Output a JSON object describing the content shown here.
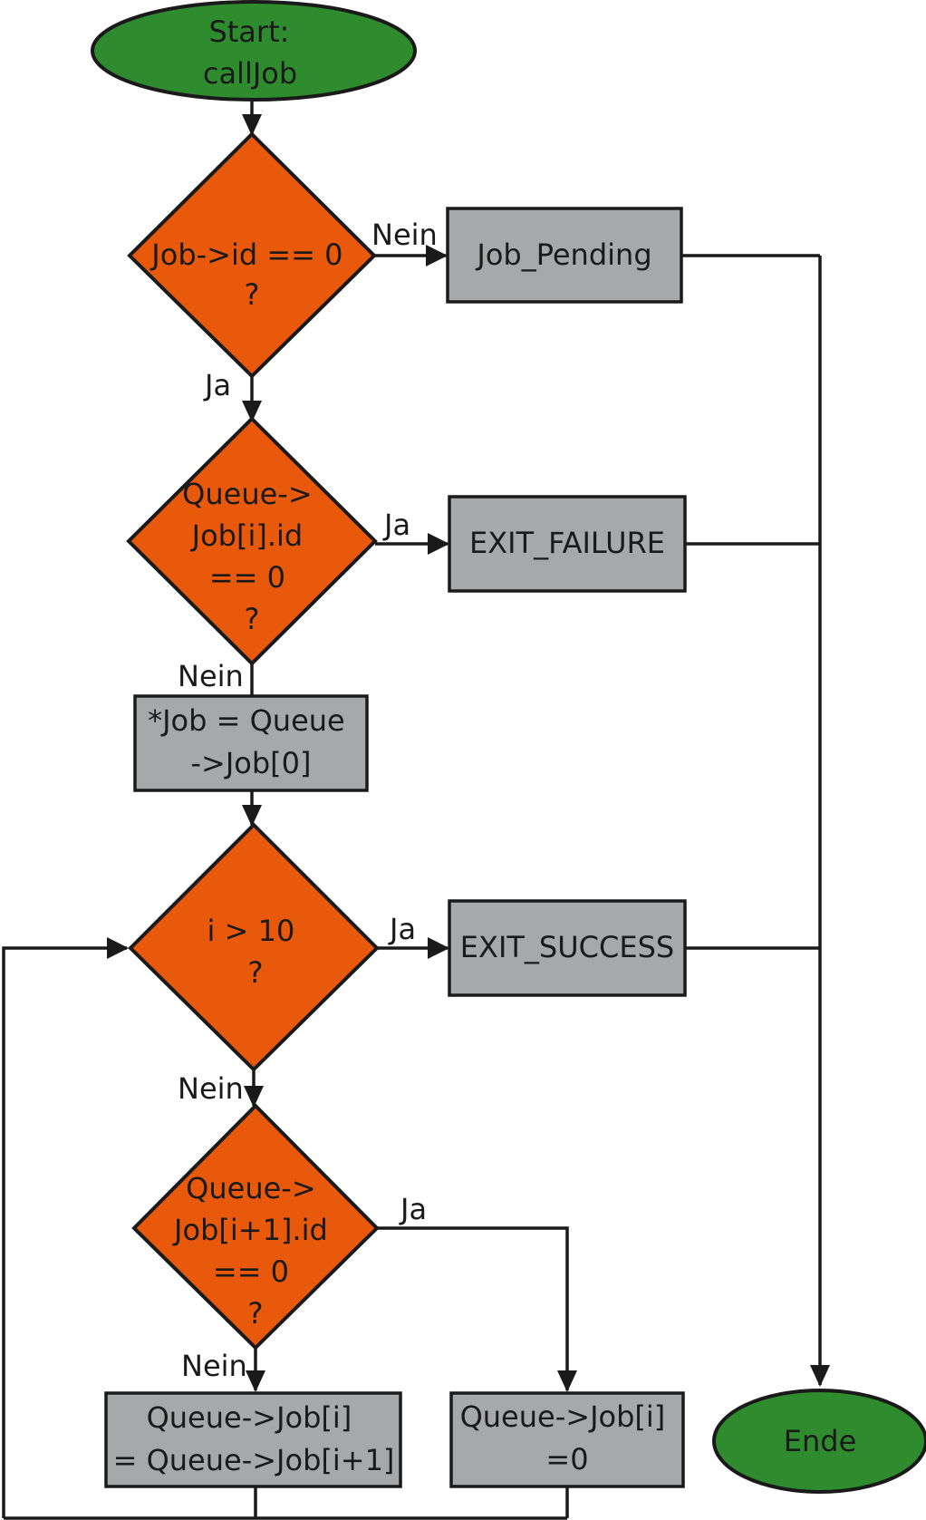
{
  "colors": {
    "terminal": "#2e8b2e",
    "decision": "#e8590c",
    "process": "#a7a8aa",
    "line": "#1a1a1a"
  },
  "nodes": {
    "start": {
      "lines": [
        "Start:",
        "callJob"
      ]
    },
    "d1": {
      "lines": [
        "Job->id == 0",
        "?"
      ]
    },
    "job_pending": {
      "lines": [
        "Job_Pending"
      ]
    },
    "d2": {
      "lines": [
        "Queue->",
        "Job[i].id",
        "== 0",
        "?"
      ]
    },
    "exit_failure": {
      "lines": [
        "EXIT_FAILURE"
      ]
    },
    "assign_job": {
      "lines": [
        "*Job = Queue",
        "->Job[0]"
      ]
    },
    "d3": {
      "lines": [
        "i  > 10",
        "?"
      ]
    },
    "exit_success": {
      "lines": [
        "EXIT_SUCCESS"
      ]
    },
    "d4": {
      "lines": [
        "Queue->",
        "Job[i+1].id",
        "== 0",
        "?"
      ]
    },
    "shift_job": {
      "lines": [
        "Queue->Job[i]",
        "= Queue->Job[i+1]"
      ]
    },
    "clear_job": {
      "lines": [
        "Queue->Job[i]",
        "=0"
      ]
    },
    "end": {
      "lines": [
        "Ende"
      ]
    }
  },
  "edge_labels": {
    "d1_no": "Nein",
    "d1_yes": "Ja",
    "d2_yes": "Ja",
    "d2_no": "Nein",
    "d3_yes": "Ja",
    "d3_no": "Nein",
    "d4_yes": "Ja",
    "d4_no": "Nein"
  }
}
